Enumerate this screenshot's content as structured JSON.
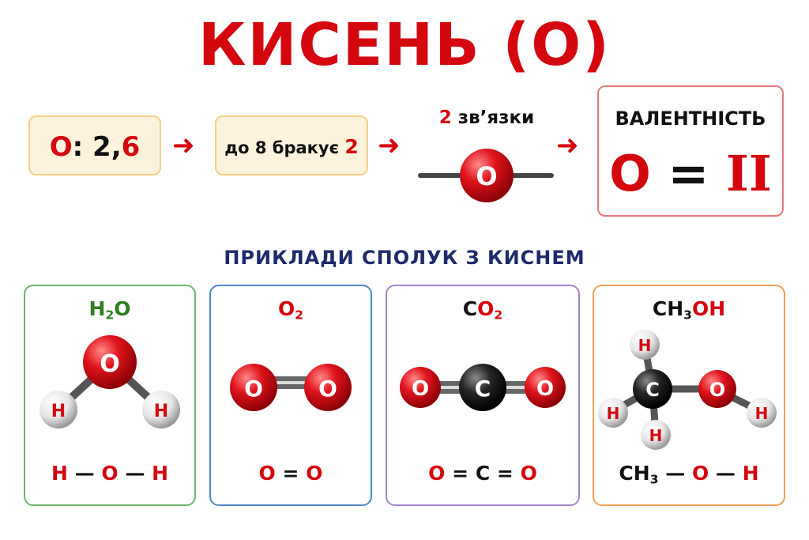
{
  "title": "КИСЕНЬ (О)",
  "config": {
    "symbol": "О",
    "colon": ":",
    "shell1": "2,",
    "shell2": "6"
  },
  "missing": {
    "text": "до 8 бракує",
    "number": "2"
  },
  "bonds": {
    "number": "2",
    "text": "зв’язки",
    "atom": "O"
  },
  "valence": {
    "label": "ВАЛЕНТНІСТЬ",
    "left": "O",
    "eq": "=",
    "value": "II"
  },
  "examples_title": "ПРИКЛАДИ СПОЛУК З КИСНЕМ",
  "colors": {
    "red": "#d4070f",
    "green": "#2e7d1f",
    "navy": "#1d2a6b",
    "card_green": "#6cb56b",
    "card_blue": "#4f86c9",
    "card_purple": "#a283cf",
    "card_orange": "#f0a257"
  },
  "cards": [
    {
      "formula_parts": [
        "H",
        "2",
        "O"
      ],
      "structure": [
        "H",
        "—",
        "O",
        "—",
        "H"
      ]
    },
    {
      "formula_parts": [
        "O",
        "2"
      ],
      "structure": [
        "O",
        "=",
        "O"
      ]
    },
    {
      "formula_parts": [
        "C",
        "O",
        "2"
      ],
      "structure": [
        "O",
        "=",
        "C",
        "=",
        "O"
      ]
    },
    {
      "formula_parts": [
        "CH",
        "3",
        "OH"
      ],
      "structure": [
        "CH",
        "3",
        "—",
        "O",
        "—",
        "H"
      ]
    }
  ],
  "atoms": {
    "oxygen": "O",
    "hydrogen": "H",
    "carbon": "C"
  }
}
